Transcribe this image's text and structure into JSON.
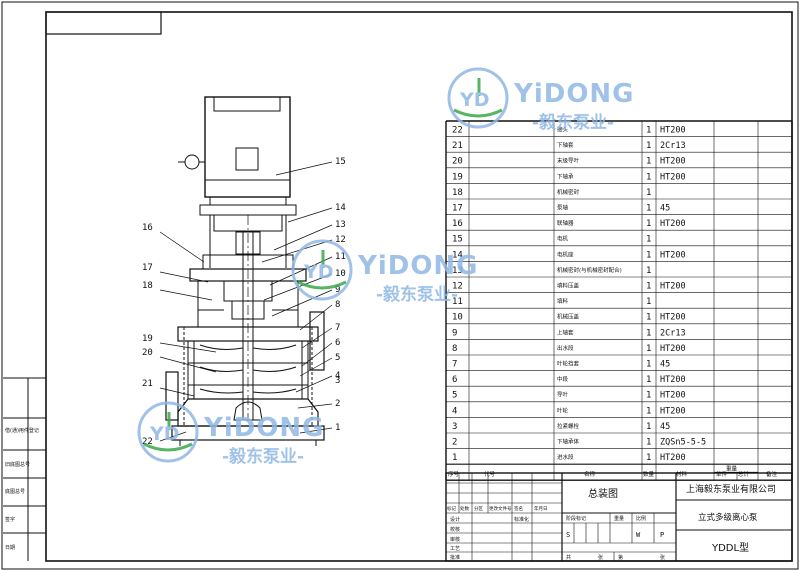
{
  "watermark": {
    "brand": "YiDONG",
    "brand_cn": "-毅东泵业-",
    "logo_text": "YD",
    "colors": {
      "blue": "#2a6fc4",
      "light_blue": "#8fb8e6",
      "green": "#3aa84a"
    }
  },
  "balloon_labels": [
    "15",
    "14",
    "13",
    "12",
    "11",
    "10",
    "9",
    "8",
    "7",
    "6",
    "5",
    "4",
    "3",
    "2",
    "1",
    "16",
    "17",
    "18",
    "19",
    "20",
    "21",
    "22"
  ],
  "parts": [
    {
      "no": "22",
      "name": "接头",
      "qty": "1",
      "material": "HT200"
    },
    {
      "no": "21",
      "name": "下轴套",
      "qty": "1",
      "material": "2Cr13"
    },
    {
      "no": "20",
      "name": "末级导叶",
      "qty": "1",
      "material": "HT200"
    },
    {
      "no": "19",
      "name": "下轴承",
      "qty": "1",
      "material": "HT200"
    },
    {
      "no": "18",
      "name": "机械密封",
      "qty": "1",
      "material": ""
    },
    {
      "no": "17",
      "name": "泵轴",
      "qty": "1",
      "material": "45"
    },
    {
      "no": "16",
      "name": "联轴器",
      "qty": "1",
      "material": "HT200"
    },
    {
      "no": "15",
      "name": "电机",
      "qty": "1",
      "material": ""
    },
    {
      "no": "14",
      "name": "电机座",
      "qty": "1",
      "material": "HT200"
    },
    {
      "no": "13",
      "name": "机械密封(与机械密封配合)",
      "qty": "1",
      "material": ""
    },
    {
      "no": "12",
      "name": "填料压盖",
      "qty": "1",
      "material": "HT200"
    },
    {
      "no": "11",
      "name": "填料",
      "qty": "1",
      "material": ""
    },
    {
      "no": "10",
      "name": "机械压盖",
      "qty": "1",
      "material": "HT200"
    },
    {
      "no": "9",
      "name": "上轴套",
      "qty": "1",
      "material": "2Cr13"
    },
    {
      "no": "8",
      "name": "出水段",
      "qty": "1",
      "material": "HT200"
    },
    {
      "no": "7",
      "name": "叶轮挡套",
      "qty": "1",
      "material": "45"
    },
    {
      "no": "6",
      "name": "中段",
      "qty": "1",
      "material": "HT200"
    },
    {
      "no": "5",
      "name": "导叶",
      "qty": "1",
      "material": "HT200"
    },
    {
      "no": "4",
      "name": "叶轮",
      "qty": "1",
      "material": "HT200"
    },
    {
      "no": "3",
      "name": "拉紧螺栓",
      "qty": "1",
      "material": "45"
    },
    {
      "no": "2",
      "name": "下轴承体",
      "qty": "1",
      "material": "ZQSn5-5-5"
    },
    {
      "no": "1",
      "name": "进水段",
      "qty": "1",
      "material": "HT200"
    }
  ],
  "table_header": [
    "序号",
    "代号",
    "名称",
    "数量",
    "材料",
    "单件",
    "总计",
    "备注"
  ],
  "header_sub": [
    "重量"
  ],
  "title_block": {
    "company": "上海毅东泵业有限公司",
    "drawing_title": "总装图",
    "product_name": "立式多级离心泵",
    "model": "YDDL型",
    "left_labels": [
      "标记",
      "处数",
      "分区",
      "更改文件号",
      "签名",
      "年月日"
    ],
    "row_labels": [
      "设计",
      "校核",
      "审核",
      "工艺",
      "批准"
    ],
    "mid_labels": [
      "标准化",
      "阶段标记",
      "重量",
      "比例"
    ],
    "stage_marks": [
      "S",
      "W",
      "P"
    ],
    "sheet": [
      "共",
      "张",
      "第",
      "张"
    ]
  },
  "left_stamp_labels": [
    "借(通)用件登记",
    "旧底图总号",
    "底图总号",
    "签字",
    "日期"
  ]
}
